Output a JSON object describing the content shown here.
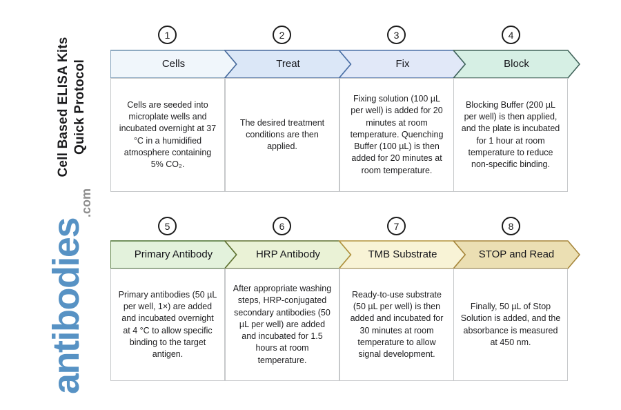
{
  "branding": {
    "title_line1": "Cell Based ELISA Kits",
    "title_line2": "Quick Protocol",
    "logo_text": "antibodies",
    "logo_suffix": ".com",
    "logo_color": "#5792c4",
    "logo_suffix_color": "#8d8d8d"
  },
  "rows": [
    {
      "steps": [
        {
          "number": "1",
          "label": "Cells",
          "fill": "#f0f6fb",
          "border": "#6c8fae",
          "description": "Cells are seeded into microplate wells and incubated overnight at 37 °C in a humidified atmosphere containing 5% CO₂."
        },
        {
          "number": "2",
          "label": "Treat",
          "fill": "#dbe7f7",
          "border": "#46699b",
          "description": "The desired treatment conditions are then applied."
        },
        {
          "number": "3",
          "label": "Fix",
          "fill": "#e1e8f8",
          "border": "#4a6fa5",
          "description": "Fixing solution (100 µL per well) is added for 20 minutes at room temperature. Quenching Buffer (100 µL) is then added for 20 minutes at room temperature."
        },
        {
          "number": "4",
          "label": "Block",
          "fill": "#d6efe4",
          "border": "#40635a",
          "description": "Blocking Buffer (200 µL per well) is then applied, and the plate is incubated for 1 hour at room temperature to reduce non-specific binding."
        }
      ]
    },
    {
      "steps": [
        {
          "number": "5",
          "label": "Primary Antibody",
          "fill": "#e3f2dc",
          "border": "#49702f",
          "description": "Primary antibodies (50 µL per well, 1×) are added and incubated overnight at 4 °C to allow specific binding to the target antigen."
        },
        {
          "number": "6",
          "label": "HRP Antibody",
          "fill": "#eaf2d6",
          "border": "#5f7130",
          "description": "After appropriate washing steps, HRP-conjugated secondary antibodies (50 µL per well) are added and incubated for 1.5 hours at room temperature."
        },
        {
          "number": "7",
          "label": "TMB Substrate",
          "fill": "#f8f3d6",
          "border": "#b2923c",
          "description": "Ready-to-use substrate (50 µL per well) is then added and incubated for 30 minutes at room temperature to allow signal development."
        },
        {
          "number": "8",
          "label": "STOP and Read",
          "fill": "#ebdfb3",
          "border": "#a6863b",
          "description": "Finally, 50 µL of Stop Solution is added, and the absorbance is measured at 450 nm."
        }
      ]
    }
  ]
}
